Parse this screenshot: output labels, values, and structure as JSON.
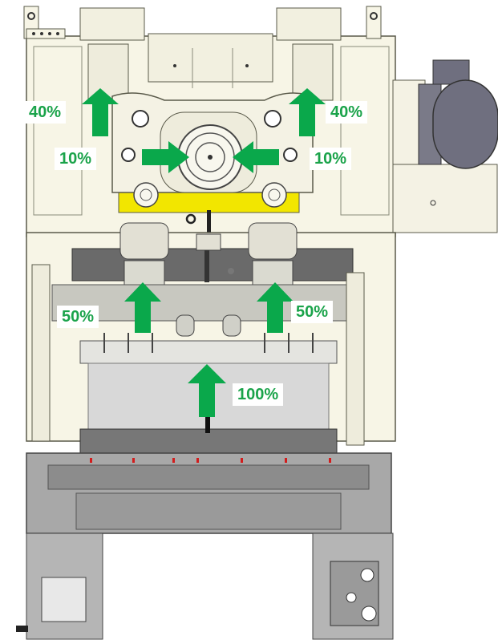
{
  "labels": {
    "top_left_up": "40%",
    "top_right_up": "40%",
    "mid_left_in": "10%",
    "mid_right_in": "10%",
    "lower_left_up": "50%",
    "lower_right_up": "50%",
    "center_up": "100%"
  },
  "colors": {
    "arrow": "#0aa84b",
    "label_text": "#1aa34a",
    "frame_light": "#f7f5e6",
    "frame_line": "#5a5a4a",
    "crown_yellow": "#f2e600",
    "steel_gray": "#8c8c8c",
    "steel_dark": "#4c4c4c",
    "base_gray": "#a8a8a8",
    "motor_body": "#6f6f7f",
    "red_marks": "#d21c1c"
  }
}
